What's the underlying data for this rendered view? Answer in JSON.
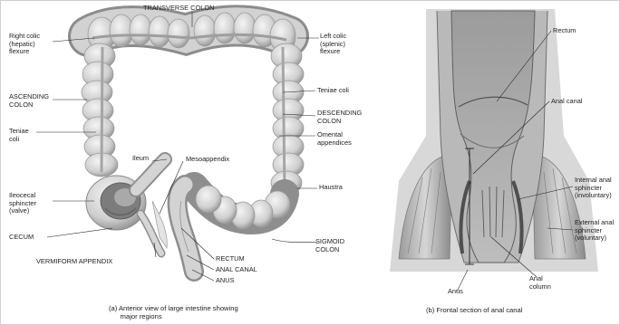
{
  "left_panel": {
    "labels": {
      "transverse_colon": "TRANSVERSE COLON",
      "right_colic": "Right colic\n(hepatic)\nflexure",
      "left_colic": "Left colic\n(splenic)\nflexure",
      "ascending_colon": "ASCENDING\nCOLON",
      "teniae_coli_left": "Teniae\ncoli",
      "teniae_coli_right": "Teniae coli",
      "descending_colon": "DESCENDING\nCOLON",
      "omental_appendices": "Omental\nappendices",
      "ileum": "Ileum",
      "mesoappendix": "Mesoappendix",
      "ileocecal": "Ileocecal\nsphincter\n(valve)",
      "haustra": "Haustra",
      "cecum": "CECUM",
      "sigmoid_colon": "SIGMOID\nCOLON",
      "vermiform_appendix": "VERMIFORM APPENDIX",
      "rectum": "RECTUM",
      "anal_canal": "ANAL CANAL",
      "anus": "ANUS"
    },
    "caption": "(a) Anterior view of large intestine showing\n      major regions"
  },
  "right_panel": {
    "labels": {
      "rectum": "Rectum",
      "anal_canal": "Anal canal",
      "internal_anal": "Internal anal\nsphincter\n(involuntary)",
      "external_anal": "External anal\nsphincter\n(voluntary)",
      "anus": "Anus",
      "anal_column": "Anal\ncolumn"
    },
    "caption": "(b) Frontal section of anal canal"
  }
}
